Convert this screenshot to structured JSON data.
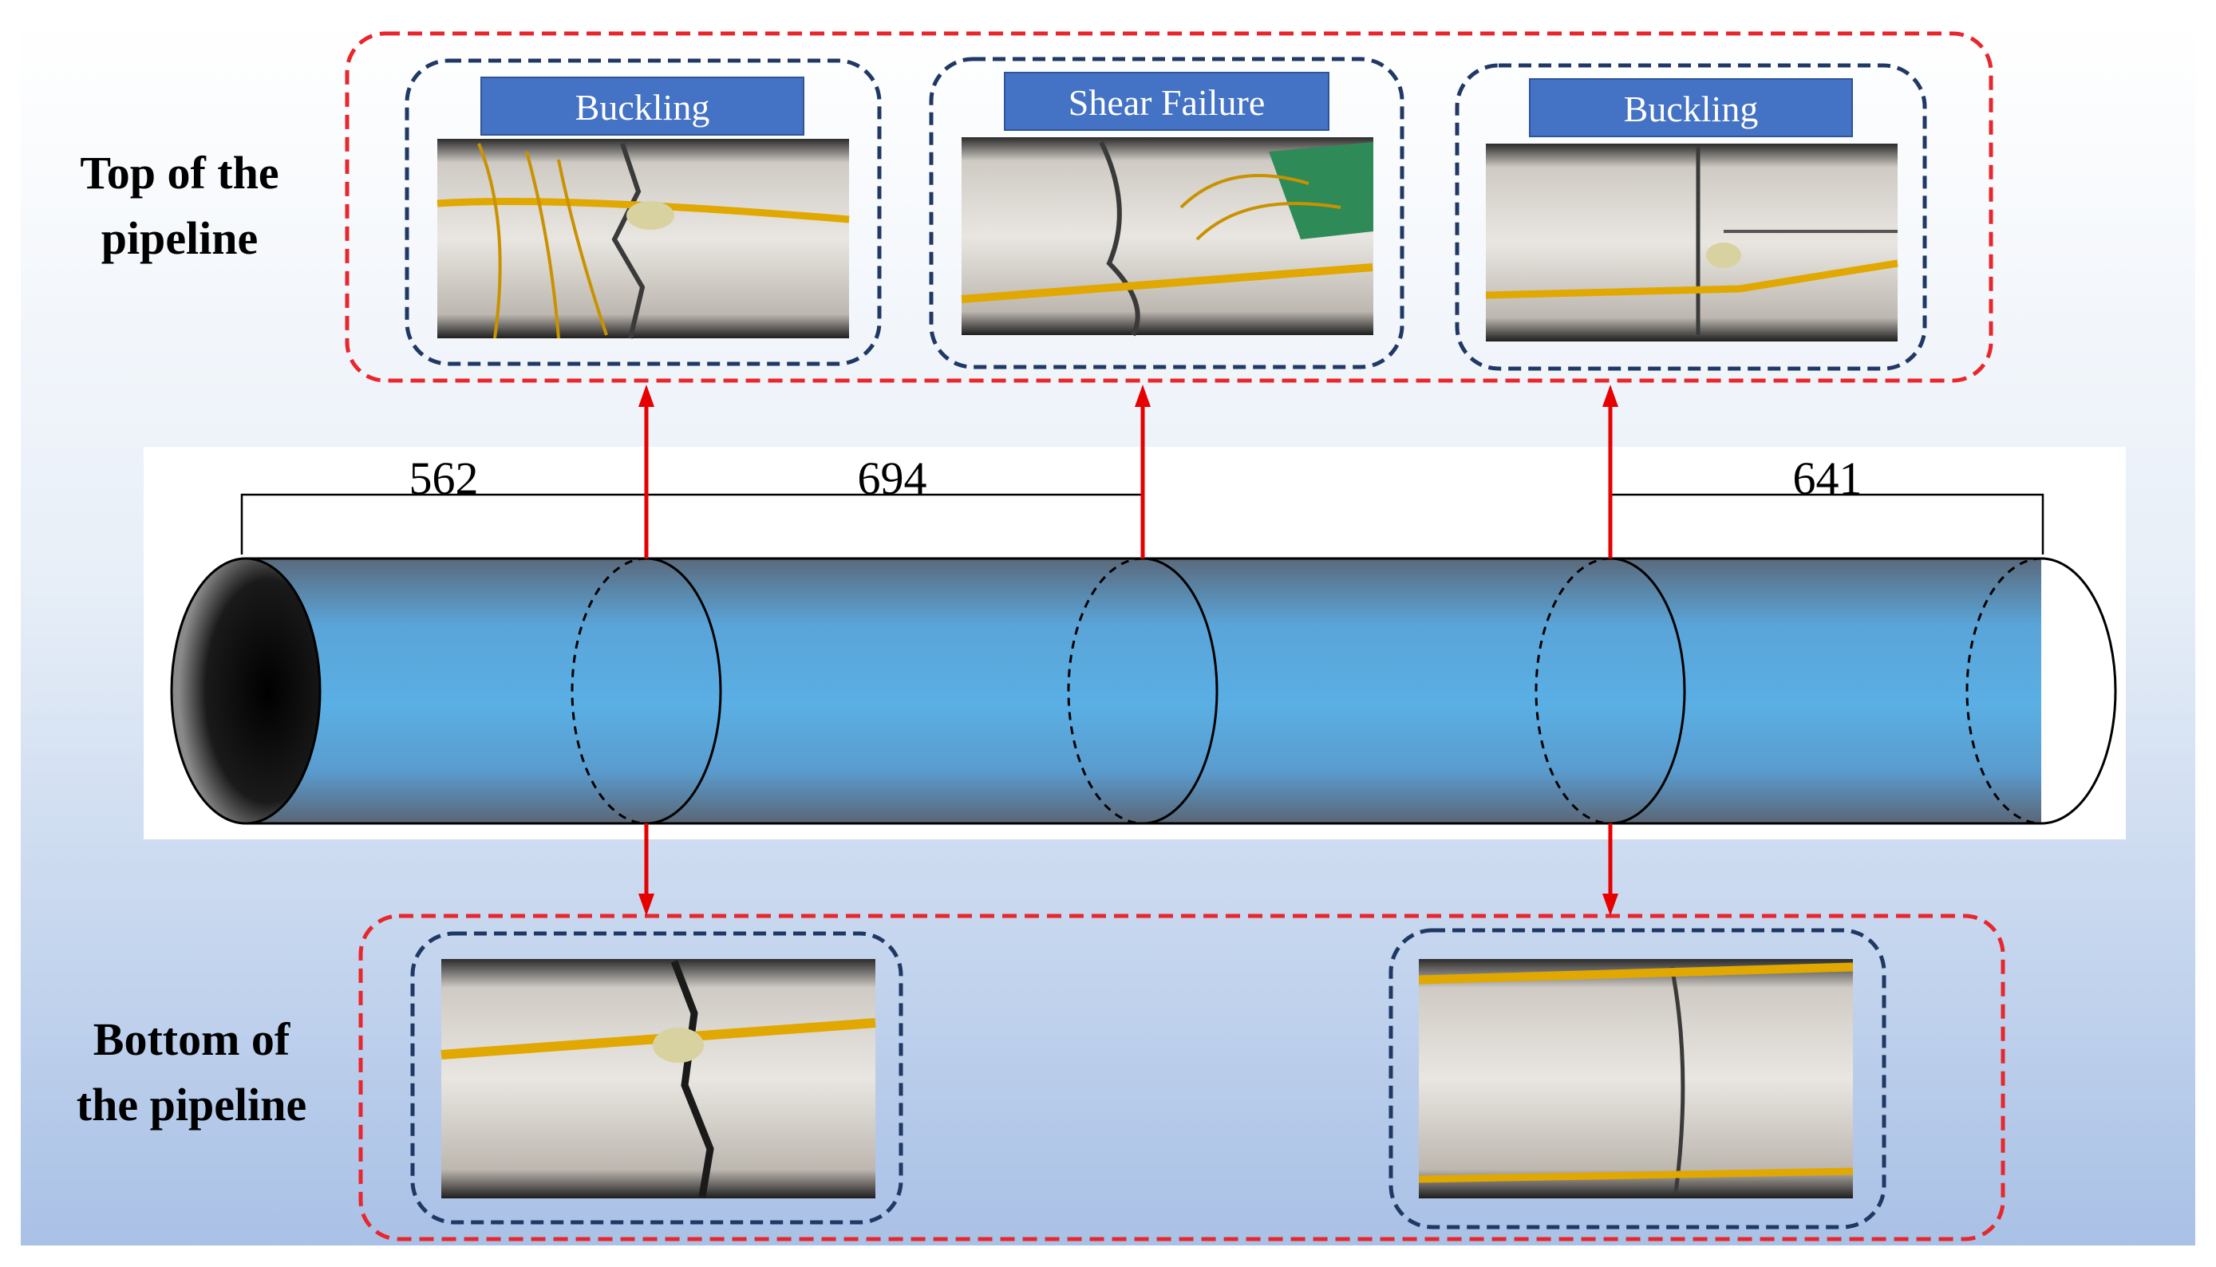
{
  "top_label": [
    "Top of the",
    "pipeline"
  ],
  "bottom_label": [
    "Bottom of",
    "the pipeline"
  ],
  "top_photos": [
    {
      "tag": "Buckling"
    },
    {
      "tag": "Shear Failure"
    },
    {
      "tag": "Buckling"
    }
  ],
  "dimensions": {
    "d1": "562",
    "d2": "694",
    "d3": "641"
  },
  "colors": {
    "outer_box": "#e8262c",
    "inner_box": "#1f3864",
    "arrow": "#e60000",
    "tag_fill": "#4472c4",
    "pipe_light": "#5aafe4",
    "pipe_dark": "#5a6a7c",
    "background_top": "#ffffff",
    "background_bottom": "#a9c1e6"
  }
}
